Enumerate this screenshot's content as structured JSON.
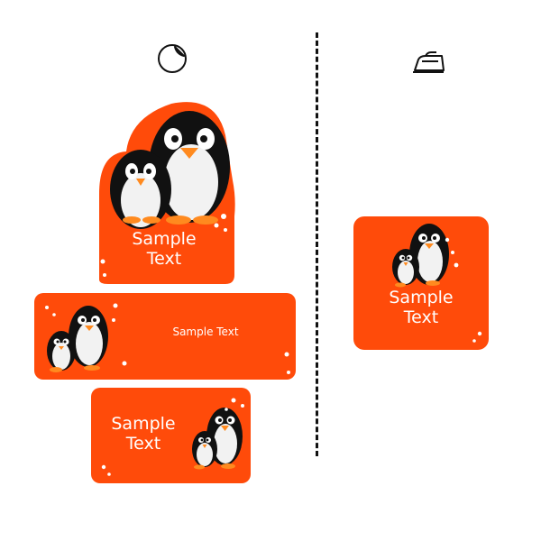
{
  "colors": {
    "label_orange": "#ff4b0a",
    "penguin_black": "#111111",
    "penguin_white": "#ffffff",
    "beak": "#ff8a1f",
    "divider": "#111111"
  },
  "icons": {
    "left": "sticker-peel-icon",
    "right": "iron-icon"
  },
  "labels": {
    "sticker_shape": {
      "text": "Sample\nText"
    },
    "long_strip": {
      "text": "Sample Text"
    },
    "rectangle": {
      "text": "Sample\nText"
    },
    "iron_on": {
      "text": "Sample\nText"
    }
  }
}
